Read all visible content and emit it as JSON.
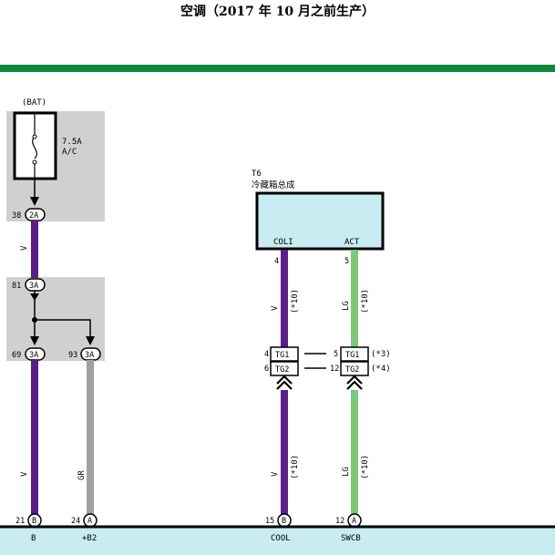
{
  "title": "空调（2017 年 10 月之前生产）",
  "colors": {
    "header_bar": "#0a8a3a",
    "gray_box": "#d0d0d0",
    "ecu_fill": "#c9ebf2",
    "bottom_bar": "#c9ebf2",
    "wire_v": "#5b1e8a",
    "wire_gr": "#a0a0a0",
    "wire_lg": "#7cc878"
  },
  "fuse": {
    "supply": "(BAT)",
    "rating": "7.5A",
    "name": "A/C"
  },
  "left_connectors": [
    {
      "pin": "38",
      "conn": "2A"
    },
    {
      "pin": "81",
      "conn": "3A"
    },
    {
      "pin": "69",
      "conn": "3A"
    },
    {
      "pin": "93",
      "conn": "3A"
    }
  ],
  "ecu": {
    "code": "T6",
    "name": "冷藏箱总成",
    "left_terminal": {
      "pin": "4",
      "label": "COLI"
    },
    "right_terminal": {
      "pin": "5",
      "label": "ACT"
    }
  },
  "wire_labels": {
    "left_upper": "V",
    "left_lower": "V",
    "gr": "GR",
    "coli_upper": "V",
    "coli_upper_note": "(*10)",
    "act_upper": "LG",
    "act_upper_note": "(*10)",
    "coli_lower": "V",
    "coli_lower_note": "(*10)",
    "act_lower": "LG",
    "act_lower_note": "(*10)"
  },
  "junctions": [
    {
      "left_pin": "4",
      "left_conn": "TG1",
      "right_pin": "5",
      "right_conn": "TG1",
      "note": "(*3)"
    },
    {
      "left_pin": "6",
      "left_conn": "TG2",
      "right_pin": "12",
      "right_conn": "TG2",
      "note": "(*4)"
    }
  ],
  "bottom_terminals": [
    {
      "pin": "21",
      "conn": "B",
      "label": "B"
    },
    {
      "pin": "24",
      "conn": "A",
      "label": "+B2"
    },
    {
      "pin": "15",
      "conn": "B",
      "label": "COOL"
    },
    {
      "pin": "12",
      "conn": "A",
      "label": "SWCB"
    }
  ]
}
